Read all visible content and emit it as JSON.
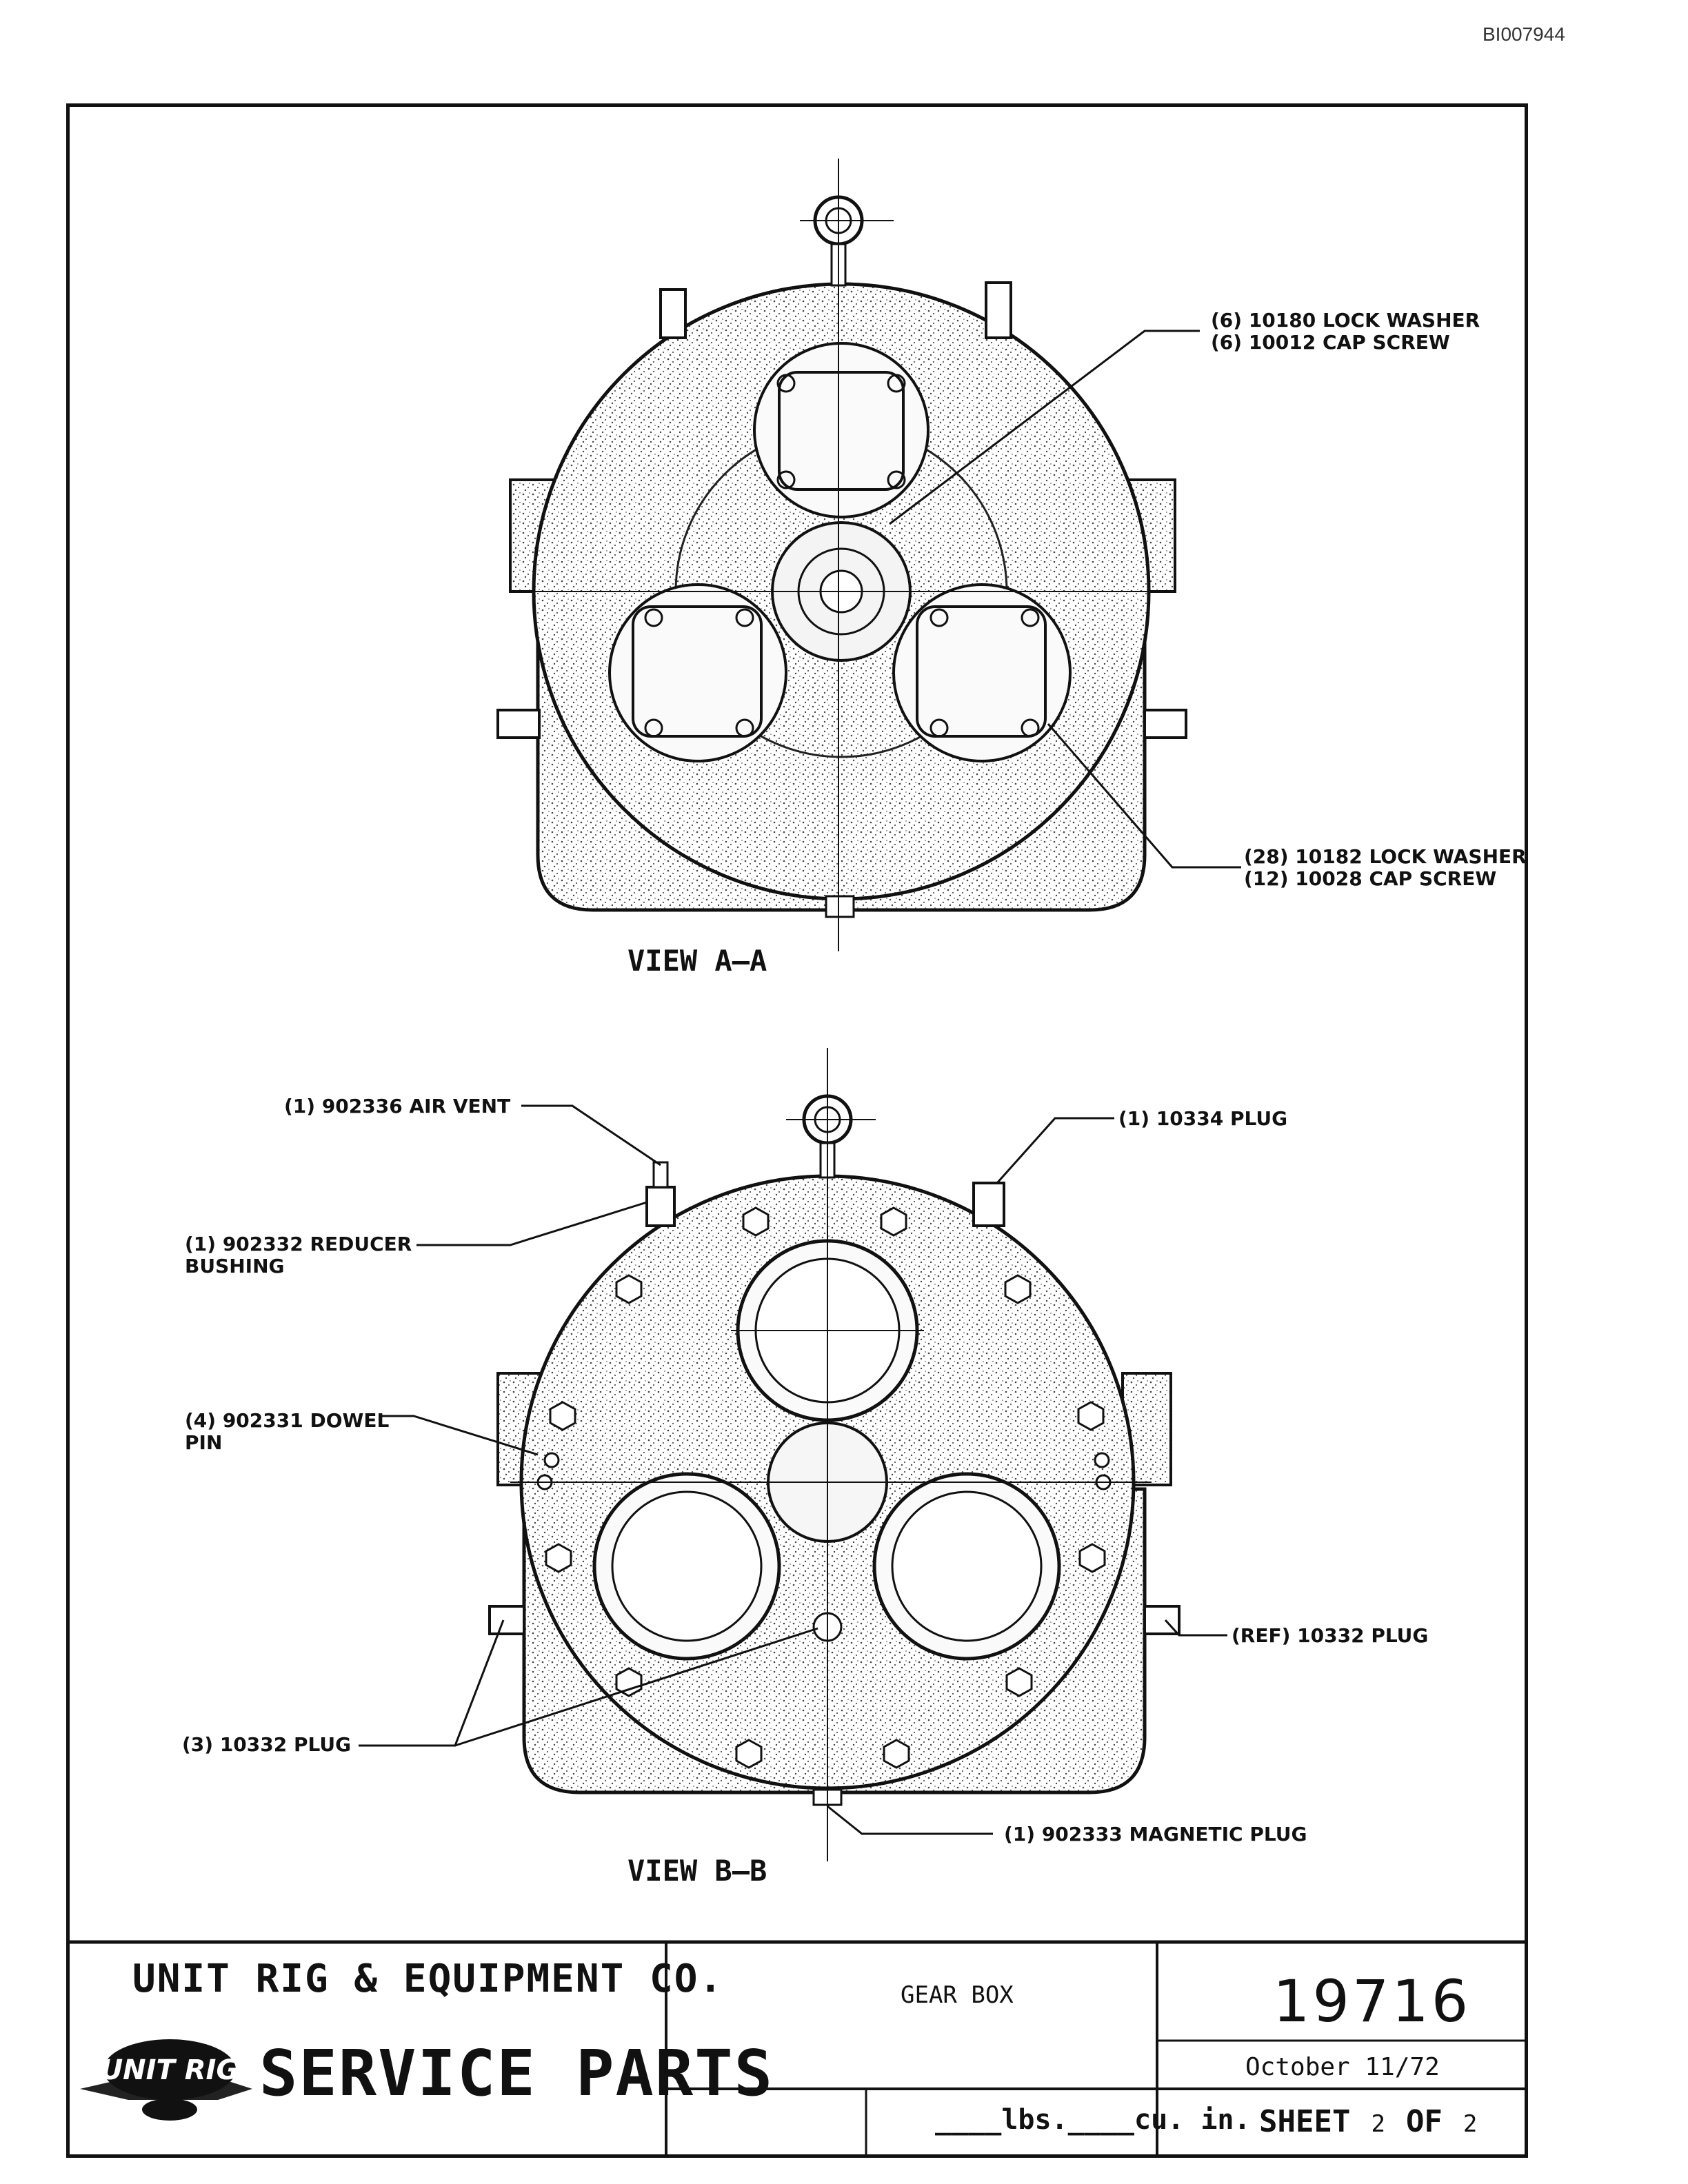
{
  "document_id": "BI007944",
  "view_a": {
    "title": "VIEW A–A",
    "callouts": [
      {
        "id": "lock-washer-10180",
        "line1": "(6) 10180 LOCK WASHER",
        "line2": "(6) 10012 CAP SCREW"
      },
      {
        "id": "lock-washer-10182",
        "line1": "(28) 10182 LOCK WASHER",
        "line2": "(12) 10028 CAP SCREW"
      }
    ]
  },
  "view_b": {
    "title": "VIEW B–B",
    "callouts": [
      {
        "id": "air-vent",
        "line1": "(1) 902336 AIR VENT",
        "line2": ""
      },
      {
        "id": "plug-10334",
        "line1": "(1) 10334 PLUG",
        "line2": ""
      },
      {
        "id": "reducer-bushing",
        "line1": "(1) 902332 REDUCER",
        "line2": "BUSHING"
      },
      {
        "id": "dowel-pin",
        "line1": "(4) 902331 DOWEL",
        "line2": "PIN"
      },
      {
        "id": "ref-plug",
        "line1": "(REF) 10332 PLUG",
        "line2": ""
      },
      {
        "id": "plug-10332",
        "line1": "(3) 10332 PLUG",
        "line2": ""
      },
      {
        "id": "magnetic-plug",
        "line1": "(1) 902333 MAGNETIC PLUG",
        "line2": ""
      }
    ]
  },
  "title_block": {
    "company": "UNIT RIG & EQUIPMENT CO.",
    "logo_text": "UNIT RIG",
    "department": "SERVICE PARTS",
    "part_name": "GEAR BOX",
    "part_number": "19716",
    "date": "October 11/72",
    "weight_field": "____lbs.____cu. in.",
    "sheet_label": "SHEET",
    "sheet_num": "2",
    "of_label": "OF",
    "sheet_total": "2"
  }
}
